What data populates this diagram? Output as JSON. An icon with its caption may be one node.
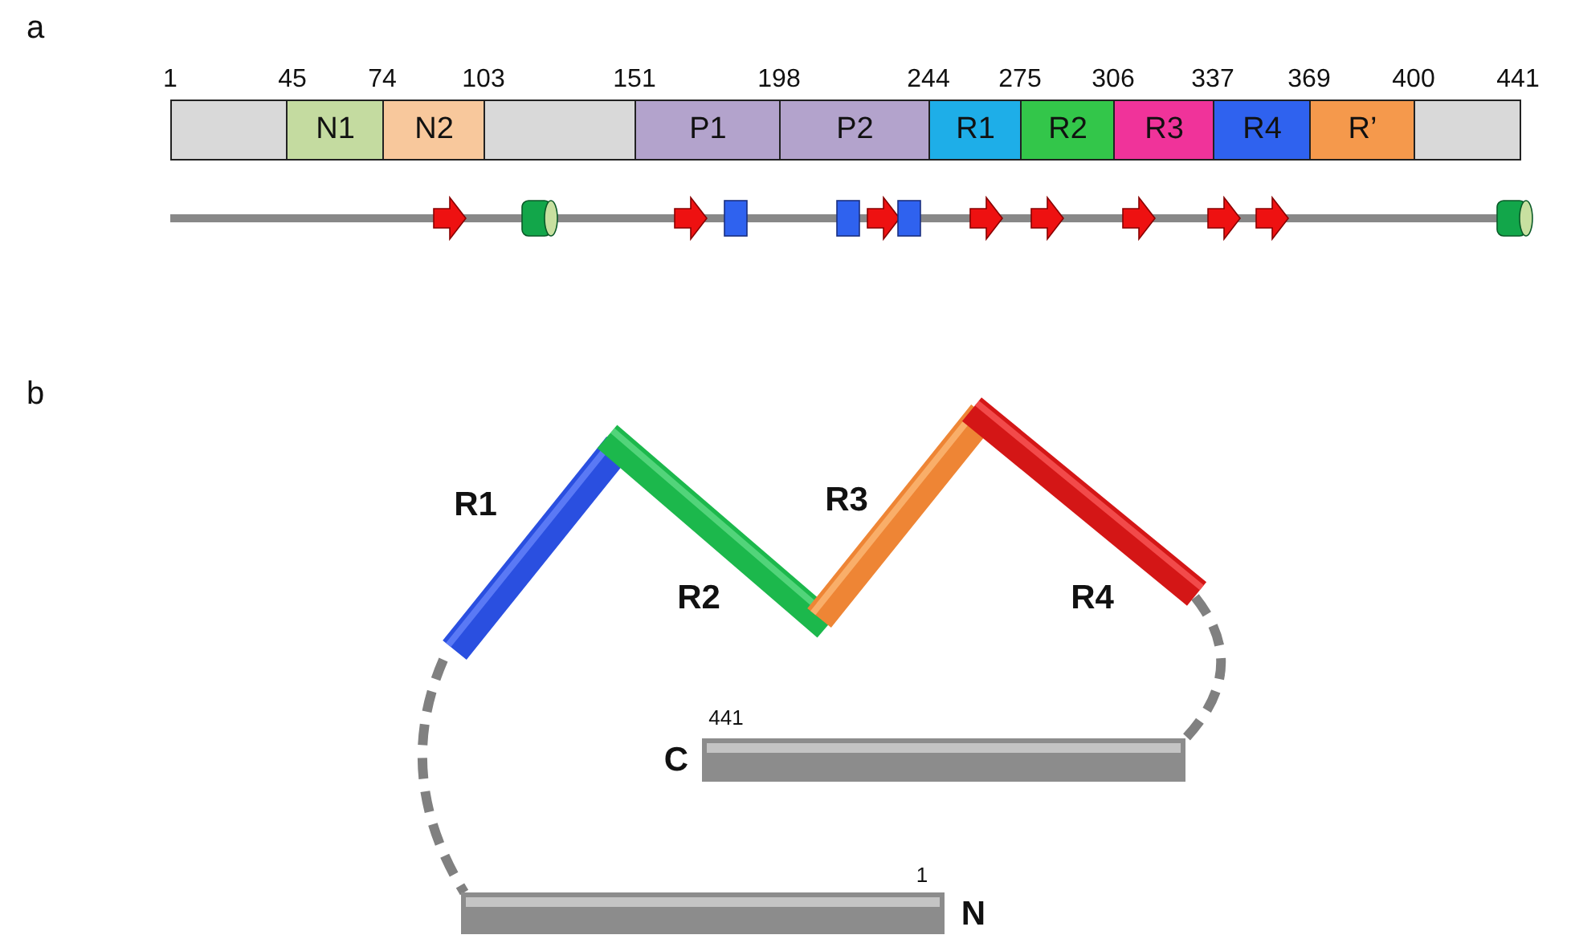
{
  "diagram": {
    "nodes": [
      {
        "text": [],
        "shape": "box"
      },
      {
        "text": [
          "N1"
        ]
      },
      {
        "text": [
          "N2"
        ]
      },
      {
        "text": [],
        "shape": "box"
      },
      {
        "text": [
          "P1"
        ]
      },
      {
        "text": [
          "P2"
        ]
      },
      {
        "text": [
          "R1"
        ]
      },
      {
        "text": [
          "R2"
        ]
      },
      {
        "text": [
          "R3"
        ]
      },
      {
        "text": [
          "R4"
        ]
      },
      {
        "text": [
          "R’"
        ]
      },
      {
        "text": [],
        "shape": "box"
      },
      {
        "text": [
          "R1"
        ]
      },
      {
        "text": [
          "R2"
        ]
      },
      {
        "text": [
          "R3"
        ]
      },
      {
        "text": [
          "R4"
        ]
      },
      {
        "text": [
          "C"
        ],
        "beside": [
          "441"
        ]
      },
      {
        "text": [
          "N"
        ],
        "beside": [
          "1"
        ]
      }
    ],
    "edges": [
      {
        "from": 12,
        "to": 17,
        "arrow": "none",
        "style": "dashed"
      },
      {
        "from": 15,
        "to": 16,
        "arrow": "none",
        "style": "dashed"
      }
    ],
    "labels": [
      "a",
      "1",
      "45",
      "74",
      "103",
      "151",
      "198",
      "244",
      "275",
      "306",
      "337",
      "369",
      "400",
      "441",
      "b"
    ]
  }
}
